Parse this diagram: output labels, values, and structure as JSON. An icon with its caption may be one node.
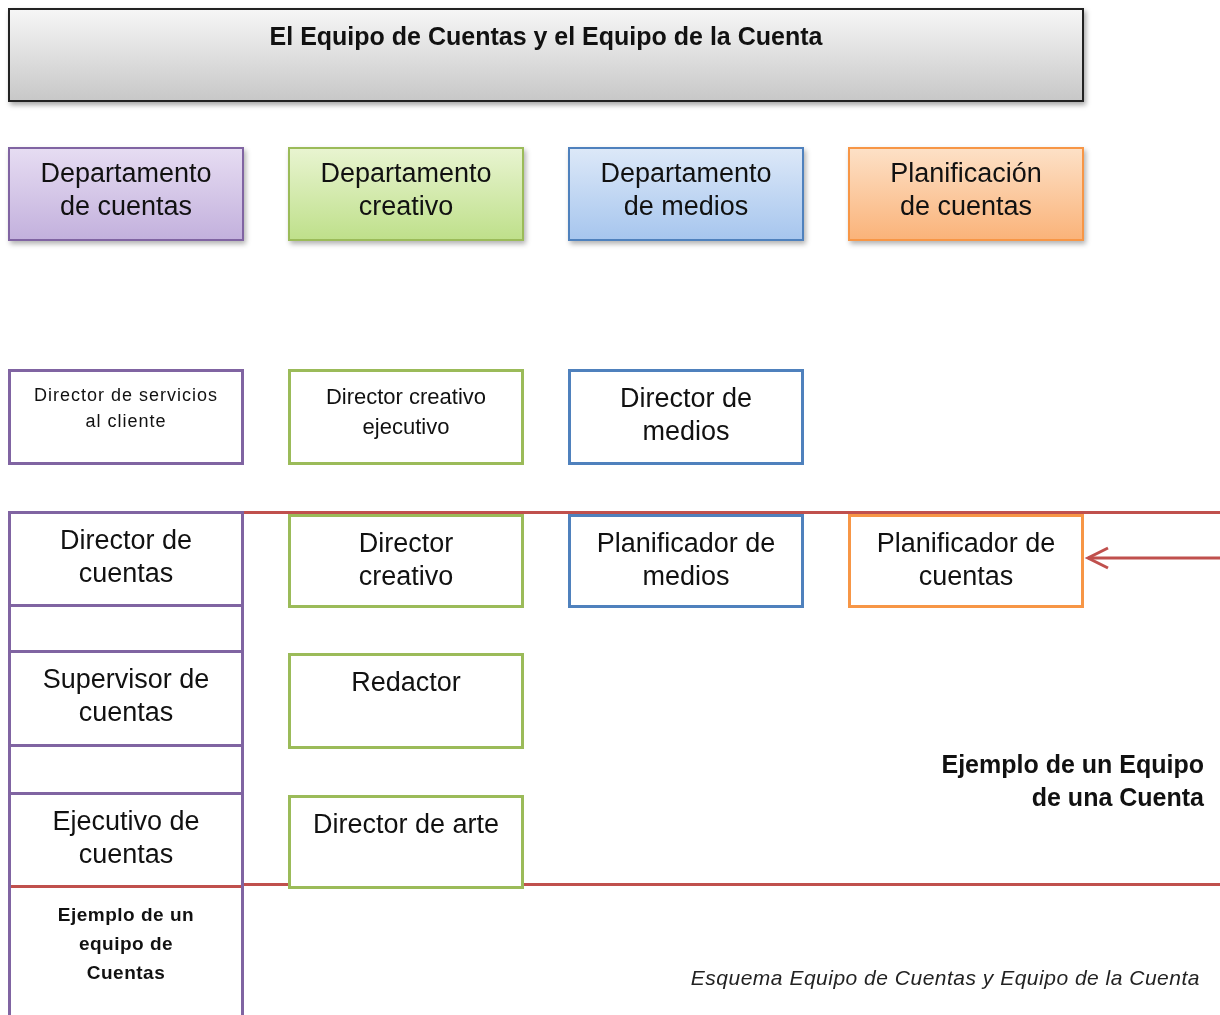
{
  "diagram": {
    "title": "El Equipo de Cuentas y el Equipo de la Cuenta",
    "nodes": [
      {
        "text": [
          "Departamento de cuentas"
        ]
      },
      {
        "text": [
          "Departamento creativo"
        ]
      },
      {
        "text": [
          "Departamento de medios"
        ]
      },
      {
        "text": [
          "Planificación de cuentas"
        ]
      },
      {
        "text": [
          "Director de servicios al cliente"
        ]
      },
      {
        "text": [
          "Director creativo ejecutivo"
        ]
      },
      {
        "text": [
          "Director de medios"
        ]
      },
      {
        "text": [
          "Ejemplo de un equipo de Cuentas"
        ]
      },
      {
        "text": [
          "Director de cuentas"
        ],
        "in": 7
      },
      {
        "text": [],
        "shape": "box",
        "in": 7
      },
      {
        "text": [
          "Supervisor de cuentas"
        ],
        "in": 7
      },
      {
        "text": [],
        "shape": "box",
        "in": 7
      },
      {
        "text": [
          "Ejecutivo de cuentas"
        ],
        "in": 7
      },
      {
        "text": [
          "Ejemplo de un Equipo de una Cuenta"
        ]
      },
      {
        "text": [
          "Director creativo"
        ],
        "in": 13
      },
      {
        "text": [
          "Planificador de medios"
        ],
        "in": 13
      },
      {
        "text": [
          "Planificador de cuentas"
        ],
        "in": 13
      },
      {
        "text": [
          "Redactor"
        ],
        "in": 13
      },
      {
        "text": [
          "Director de arte"
        ],
        "in": 13
      }
    ],
    "edges": [
      {
        "from": null,
        "to": 16,
        "arrow": "to",
        "color": "#c0504d"
      }
    ],
    "caption": "Esquema Equipo de Cuentas y Equipo de la Cuenta"
  }
}
